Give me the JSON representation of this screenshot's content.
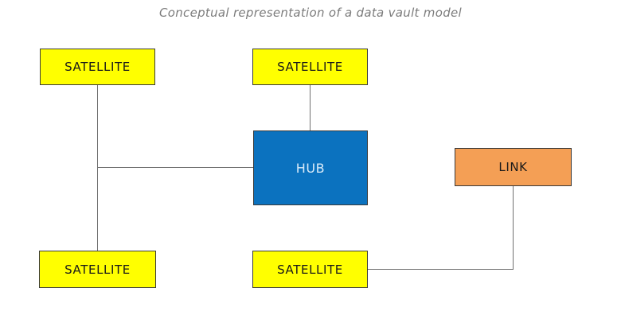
{
  "title": "Conceptual representation of a data vault model",
  "diagram": {
    "nodes": [
      {
        "id": "satellite-top-left",
        "label": "SATELLITE",
        "type": "satellite"
      },
      {
        "id": "satellite-top-middle",
        "label": "SATELLITE",
        "type": "satellite"
      },
      {
        "id": "hub",
        "label": "HUB",
        "type": "hub"
      },
      {
        "id": "link",
        "label": "LINK",
        "type": "link"
      },
      {
        "id": "satellite-bottom-left",
        "label": "SATELLITE",
        "type": "satellite"
      },
      {
        "id": "satellite-bottom-middle",
        "label": "SATELLITE",
        "type": "satellite"
      }
    ],
    "connections": [
      {
        "from": "satellite-top-middle",
        "to": "hub"
      },
      {
        "from": "satellite-top-left",
        "to": "hub"
      },
      {
        "from": "satellite-bottom-left",
        "to": "hub"
      },
      {
        "from": "satellite-bottom-middle",
        "to": "link"
      }
    ],
    "colors": {
      "satellite_fill": "#FFFF00",
      "hub_fill": "#0B72BF",
      "hub_text": "#D8EAF8",
      "link_fill": "#F49F55",
      "node_border": "#3A3A3A",
      "connector": "#707070",
      "title_text": "#7C7C7C",
      "node_text": "#1A1A1A",
      "background": "#FFFFFF"
    }
  }
}
